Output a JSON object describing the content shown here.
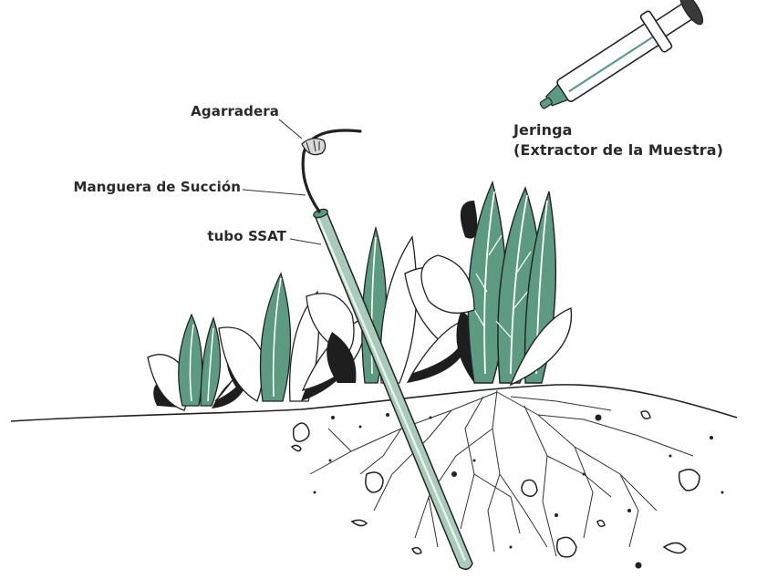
{
  "labels": {
    "handle": "Agarradera",
    "suction_hose": "Manguera de Succión",
    "tube": "tubo SSAT",
    "syringe_line1": "Jeringa",
    "syringe_line2": "(Extractor de la Muestra)"
  },
  "colors": {
    "leaf": "#5c9a82",
    "leaf_light": "#e8ede8",
    "dark": "#1e1e1e",
    "tube": "#a9cbbb",
    "line": "#222222"
  }
}
